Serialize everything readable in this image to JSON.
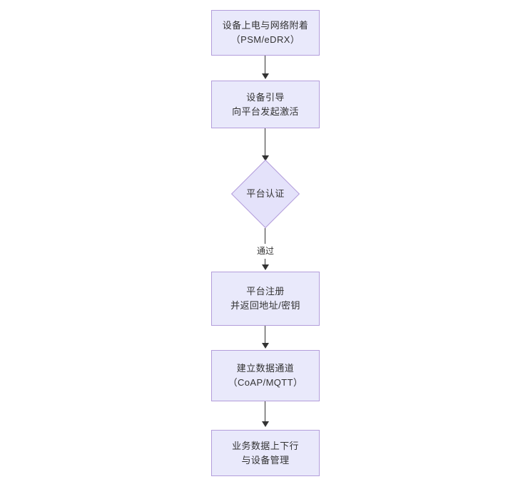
{
  "diagram": {
    "type": "flowchart",
    "orientation": "top-to-bottom",
    "theme": {
      "node_fill": "#e9e9fb",
      "node_border": "#b39ddb",
      "decision_fill": "#e4e2fa",
      "text_color": "#333333",
      "connector_color": "#333333",
      "background": "#ffffff"
    },
    "nodes": [
      {
        "id": "power-on",
        "shape": "rectangle",
        "line1": "设备上电与网络附着",
        "line2": "（PSM/eDRX）"
      },
      {
        "id": "bootstrap",
        "shape": "rectangle",
        "line1": "设备引导",
        "line2": "向平台发起激活"
      },
      {
        "id": "platform-auth",
        "shape": "diamond",
        "line1": "平台认证",
        "line2": ""
      },
      {
        "id": "platform-register",
        "shape": "rectangle",
        "line1": "平台注册",
        "line2": "并返回地址/密钥"
      },
      {
        "id": "data-channel",
        "shape": "rectangle",
        "line1": "建立数据通道",
        "line2": "（CoAP/MQTT）"
      },
      {
        "id": "service-data",
        "shape": "rectangle",
        "line1": "业务数据上下行",
        "line2": "与设备管理"
      }
    ],
    "edges": [
      {
        "id": "e1",
        "from": "power-on",
        "to": "bootstrap",
        "label": ""
      },
      {
        "id": "e2",
        "from": "bootstrap",
        "to": "platform-auth",
        "label": ""
      },
      {
        "id": "e3",
        "from": "platform-auth",
        "to": "platform-register",
        "label": "通过"
      },
      {
        "id": "e4",
        "from": "platform-register",
        "to": "data-channel",
        "label": ""
      },
      {
        "id": "e5",
        "from": "data-channel",
        "to": "service-data",
        "label": ""
      }
    ]
  }
}
